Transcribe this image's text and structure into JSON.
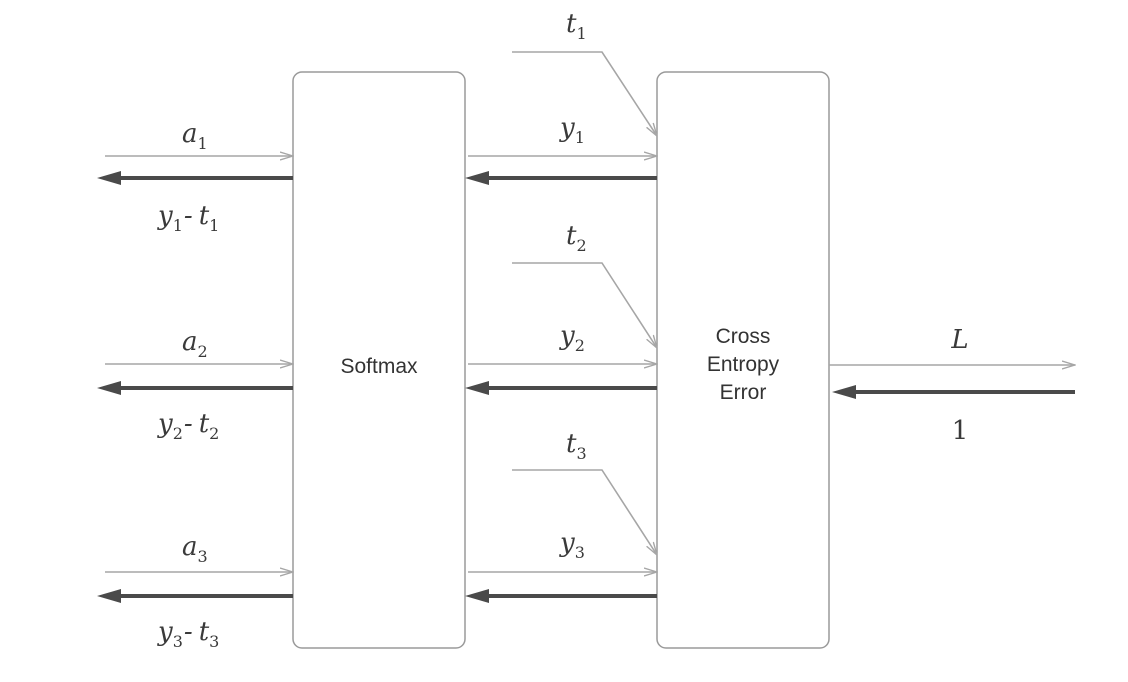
{
  "boxes": {
    "softmax": {
      "label": "Softmax"
    },
    "cross_entropy": {
      "label_lines": [
        "Cross",
        "Entropy",
        "Error"
      ]
    }
  },
  "inputs": [
    {
      "var": "a",
      "sub": "1",
      "grad_y": "y",
      "grad_y_sub": "1",
      "grad_minus": "-",
      "grad_t": "t",
      "grad_t_sub": "1"
    },
    {
      "var": "a",
      "sub": "2",
      "grad_y": "y",
      "grad_y_sub": "2",
      "grad_minus": "-",
      "grad_t": "t",
      "grad_t_sub": "2"
    },
    {
      "var": "a",
      "sub": "3",
      "grad_y": "y",
      "grad_y_sub": "3",
      "grad_minus": "-",
      "grad_t": "t",
      "grad_t_sub": "3"
    }
  ],
  "middle": [
    {
      "y": "y",
      "y_sub": "1",
      "t": "t",
      "t_sub": "1"
    },
    {
      "y": "y",
      "y_sub": "2",
      "t": "t",
      "t_sub": "2"
    },
    {
      "y": "y",
      "y_sub": "3",
      "t": "t",
      "t_sub": "3"
    }
  ],
  "output": {
    "label": "L",
    "grad": "1"
  },
  "colors": {
    "forward": "#a6a6a6",
    "backward": "#4a4a4a",
    "box_border": "#9a9a9a",
    "text": "#3a3a3a"
  }
}
